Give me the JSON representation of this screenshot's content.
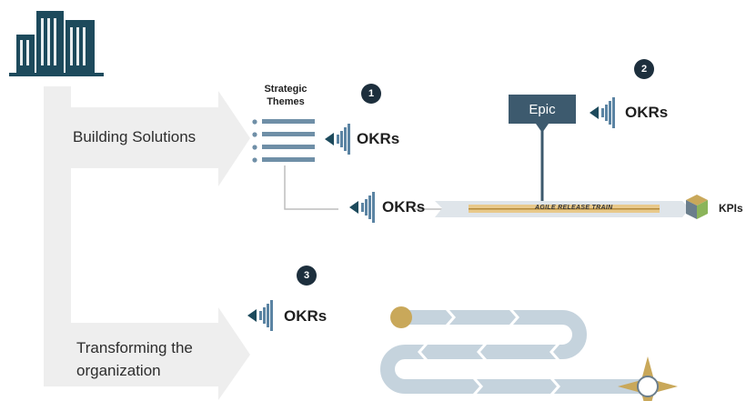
{
  "left_labels": {
    "building": "Building Solutions",
    "transforming_line1": "Transforming the",
    "transforming_line2": "organization"
  },
  "strategic_themes": {
    "title_line1": "Strategic",
    "title_line2": "Themes"
  },
  "badges": [
    "1",
    "2",
    "3"
  ],
  "okr_label": "OKRs",
  "epic_label": "Epic",
  "art_label": "AGILE RELEASE TRAIN",
  "kpi_label": "KPIs",
  "colors": {
    "arrow_fill": "#eeeeee",
    "teal_dark": "#1d4a5c",
    "slate": "#3d5a6e",
    "badge": "#1d2f3d",
    "okr_blue": "#5b84a3",
    "roadmap": "#c5d3dd",
    "gold": "#c9a85a"
  },
  "icons": [
    "building-icon",
    "okr-arrow-icon",
    "list-icon",
    "cube-icon",
    "compass-icon"
  ]
}
